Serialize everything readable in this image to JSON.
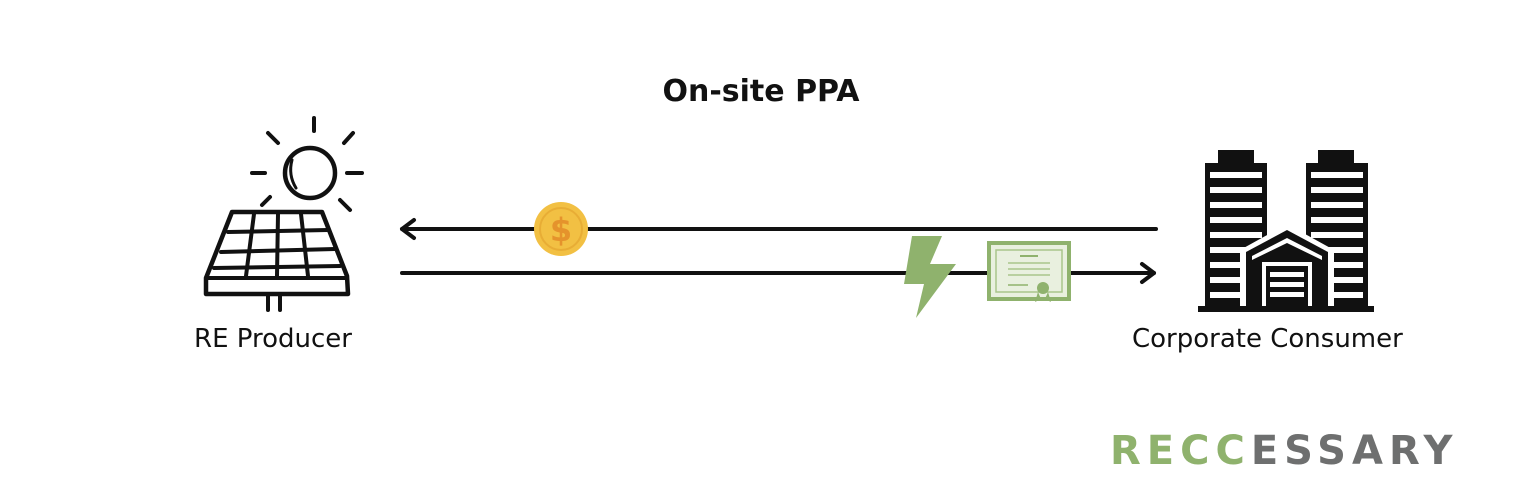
{
  "title": "On-site PPA",
  "producer": {
    "label": "RE Producer",
    "icon": "solar-panel-sun-icon"
  },
  "consumer": {
    "label": "Corporate Consumer",
    "icon": "office-buildings-icon"
  },
  "flows": [
    {
      "direction": "consumer-to-producer",
      "icon": "dollar-coin-icon"
    },
    {
      "direction": "producer-to-consumer",
      "icons": [
        "lightning-bolt-icon",
        "certificate-icon"
      ]
    }
  ],
  "brand": {
    "part1": "RECC",
    "part2": "ESSARY"
  },
  "colors": {
    "coin": "#f2c043",
    "coin_symbol": "#e5932c",
    "green": "#8fb26d",
    "brand_gray": "#6e6f6f"
  }
}
